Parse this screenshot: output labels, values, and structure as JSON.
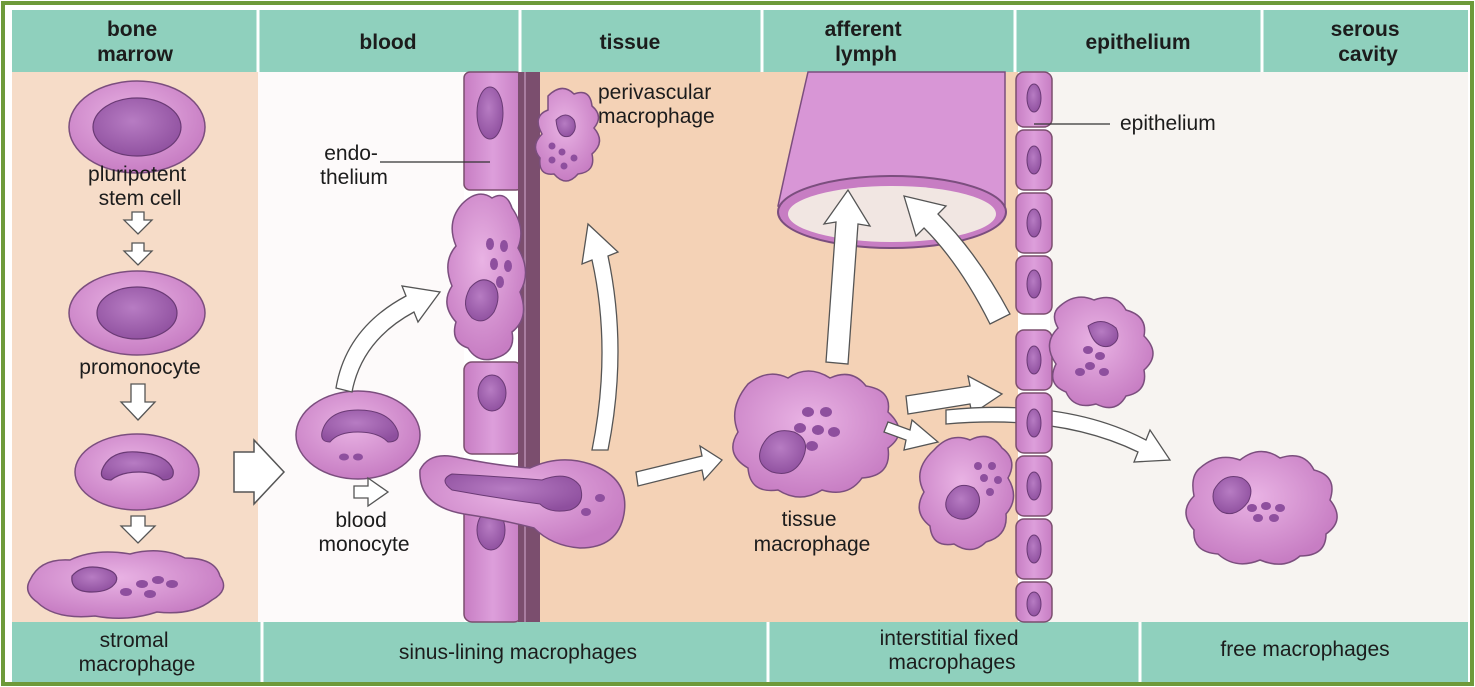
{
  "header": {
    "columns": [
      {
        "lines": [
          "bone",
          "marrow"
        ]
      },
      {
        "lines": [
          "blood"
        ]
      },
      {
        "lines": [
          "tissue"
        ]
      },
      {
        "lines": [
          "afferent",
          "lymph"
        ]
      },
      {
        "lines": [
          "epithelium"
        ]
      },
      {
        "lines": [
          "serous",
          "cavity"
        ]
      }
    ]
  },
  "footer": {
    "categories": [
      {
        "lines": [
          "stromal",
          "macrophage"
        ]
      },
      {
        "lines": [
          "sinus-lining macrophages"
        ]
      },
      {
        "lines": [
          "interstitial fixed",
          "macrophages"
        ]
      },
      {
        "lines": [
          "free macrophages"
        ]
      }
    ]
  },
  "labels": {
    "pluripotent": [
      "pluripotent",
      "stem cell"
    ],
    "promonocyte": "promonocyte",
    "endothelium": [
      "endo-",
      "thelium"
    ],
    "blood_monocyte": [
      "blood",
      "monocyte"
    ],
    "perivascular": [
      "perivascular",
      "macrophage"
    ],
    "tissue_macrophage": [
      "tissue",
      "macrophage"
    ],
    "epithelium": "epithelium"
  },
  "colors": {
    "teal": "#8fd0bd",
    "border": "#6e9a3a",
    "marrow_bg": "#f6dcc8",
    "tissue_bg": "#f4d2b6",
    "cell_fill": "#d48fd0",
    "nucleus_fill": "#9b5aa8",
    "vessel_wall": "#7b4e6e"
  }
}
